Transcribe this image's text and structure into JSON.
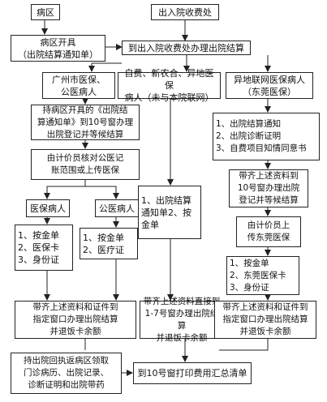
{
  "nodes": {
    "ward": "病区",
    "cashier": "出入院收费处",
    "ward_issue": "病区开具\n（出院结算通知单）",
    "cashier_settle": "到出入院收费处办理出院结算",
    "gz_insurance": "广州市医保、\n公医病人",
    "selfpay": "自费、新农合、异地医保\n病人（未与本院联网）",
    "networked": "异地联网医保病人\n（东莞医保）",
    "gz_step1": "持病区开具的《出院结\n算通知单》到10号窗办理\n出院登记并等候结算",
    "gz_step2": "由计价员核对公医记\n账范围或上传医保",
    "insured": "医保病人",
    "public": "公医病人",
    "insured_list": [
      "1、按金单",
      "2、医保卡",
      "3、身份证"
    ],
    "public_list": [
      "1、按金单",
      "2、医疗证"
    ],
    "gz_final": "带齐上述资料和证件到\n指定窗口办理出院结算\n并退饭卡余额",
    "selfpay_docs": "1、出院结算\n通知单2、按\n金单",
    "selfpay_final": "带齐上述资料直接到\n1-7号窗办理出院结算\n并退饭卡余额",
    "net_list": [
      "1、出院结算通知",
      "2、出院诊断证明",
      "3、自费项目知情同意书"
    ],
    "net_step1": "带齐上述资料到\n10号窗办理出院\n登记并等候结算",
    "net_step2": "由计价员上\n传东莞医保",
    "net_list2": [
      "1、按金单",
      "2、东莞医保卡",
      "3、身份证"
    ],
    "net_final": "带齐上述资料和证件到\n指定窗口办理出院结算\n并退饭卡余额",
    "discharge_bring": "持出院回执返病区领取\n门诊病历、出院记录、\n诊断证明和出院带药",
    "print_list": "到10号窗打印费用汇总清单"
  }
}
